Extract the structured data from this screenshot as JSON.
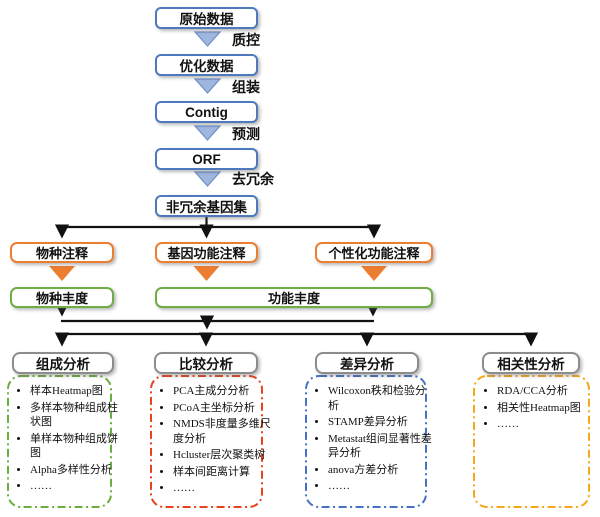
{
  "diagram": {
    "pipeline": {
      "nodes": [
        "原始数据",
        "优化数据",
        "Contig",
        "ORF",
        "非冗余基因集"
      ],
      "steps": [
        "质控",
        "组装",
        "预测",
        "去冗余"
      ]
    },
    "annotations": [
      "物种注释",
      "基因功能注释",
      "个性化功能注释"
    ],
    "abundance": [
      "物种丰度",
      "功能丰度"
    ],
    "analyses": [
      {
        "title": "组成分析",
        "accent": "#6AAE3F",
        "items": [
          "样本Heatmap图",
          "多样本物种组成柱状图",
          "单样本物种组成饼图",
          "Alpha多样性分析",
          "……"
        ]
      },
      {
        "title": "比较分析",
        "accent": "#E8431C",
        "items": [
          "PCA主成分分析",
          "PCoA主坐标分析",
          "NMDS非度量多维尺度分析",
          "Hcluster层次聚类树",
          "样本间距离计算",
          "……"
        ]
      },
      {
        "title": "差异分析",
        "accent": "#4472C4",
        "items": [
          "Wilcoxon秩和检验分析",
          "STAMP差异分析",
          "Metastat组间显著性差异分析",
          "anova方差分析",
          "……"
        ]
      },
      {
        "title": "相关性分析",
        "accent": "#F5A71B",
        "items": [
          "RDA/CCA分析",
          "相关性Heatmap图",
          "……"
        ]
      }
    ],
    "colors": {
      "chain_border": "#4E79BC",
      "chain_arrow_fill": "#9FB6DE",
      "annotation_accent": "#ED7D31",
      "abundance_accent": "#70AD47",
      "header_border": "#8C8C8C",
      "connector": "#111111"
    }
  }
}
